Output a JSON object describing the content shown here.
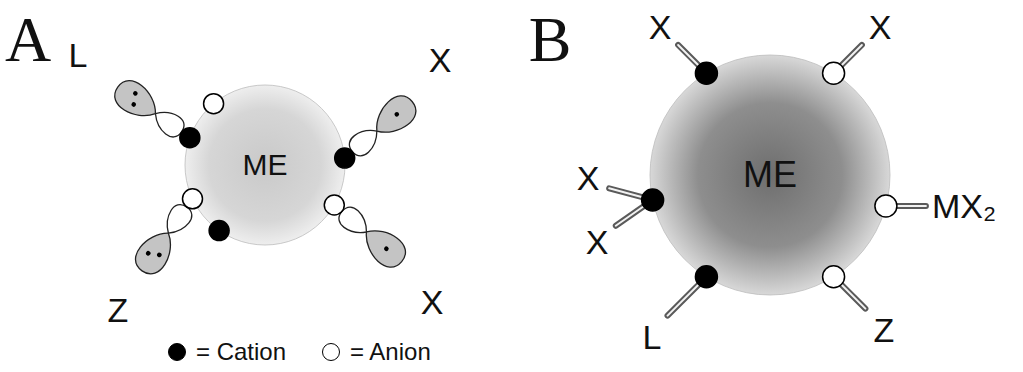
{
  "diagram": {
    "nodes": [
      {
        "text": [
          "ME"
        ]
      },
      {
        "text": [
          "ME"
        ]
      }
    ],
    "labels": [
      "A",
      "L",
      "X",
      "Z",
      "X",
      "B",
      "X",
      "X",
      "X",
      "MX₂",
      "X",
      "L",
      "Z"
    ],
    "legend": [
      {
        "text": "= Cation",
        "color": "#000000"
      },
      {
        "text": "= Anion",
        "color": "#ffffff"
      }
    ]
  }
}
